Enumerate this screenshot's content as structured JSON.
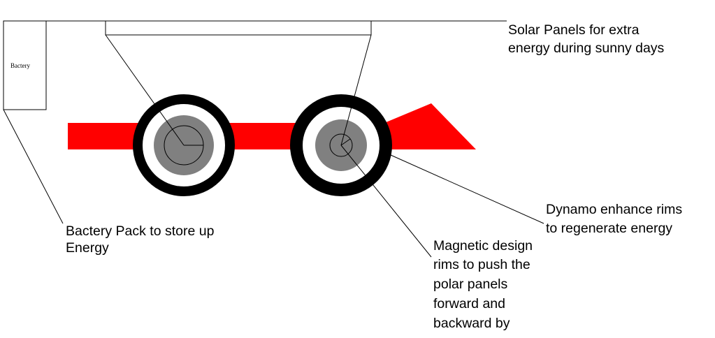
{
  "labels": {
    "battery_box": "Bactery",
    "battery_pack": [
      "Bactery Pack to store up",
      "Energy"
    ],
    "solar_panels": [
      "Solar Panels for extra",
      "energy during sunny days"
    ],
    "dynamo_rims": [
      "Dynamo enhance rims",
      "to regenerate energy"
    ],
    "magnetic_rims": [
      "Magnetic design",
      "rims to push the",
      "polar panels",
      "forward and",
      "backward by"
    ]
  },
  "colors": {
    "body": "#ff0000",
    "tire": "#000000",
    "rim_inner": "#808080",
    "line": "#000000",
    "background": "#ffffff"
  }
}
